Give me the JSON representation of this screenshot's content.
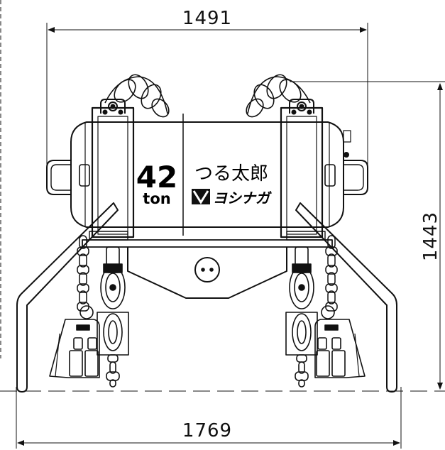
{
  "dimensions": {
    "top_width": "1491",
    "right_height": "1443",
    "bottom_width": "1769"
  },
  "label": {
    "capacity_number": "42",
    "capacity_unit": "ton",
    "product_name": "つる太郎",
    "brand": "ヨシナガ"
  },
  "colors": {
    "line": "#111111",
    "background": "#ffffff"
  }
}
